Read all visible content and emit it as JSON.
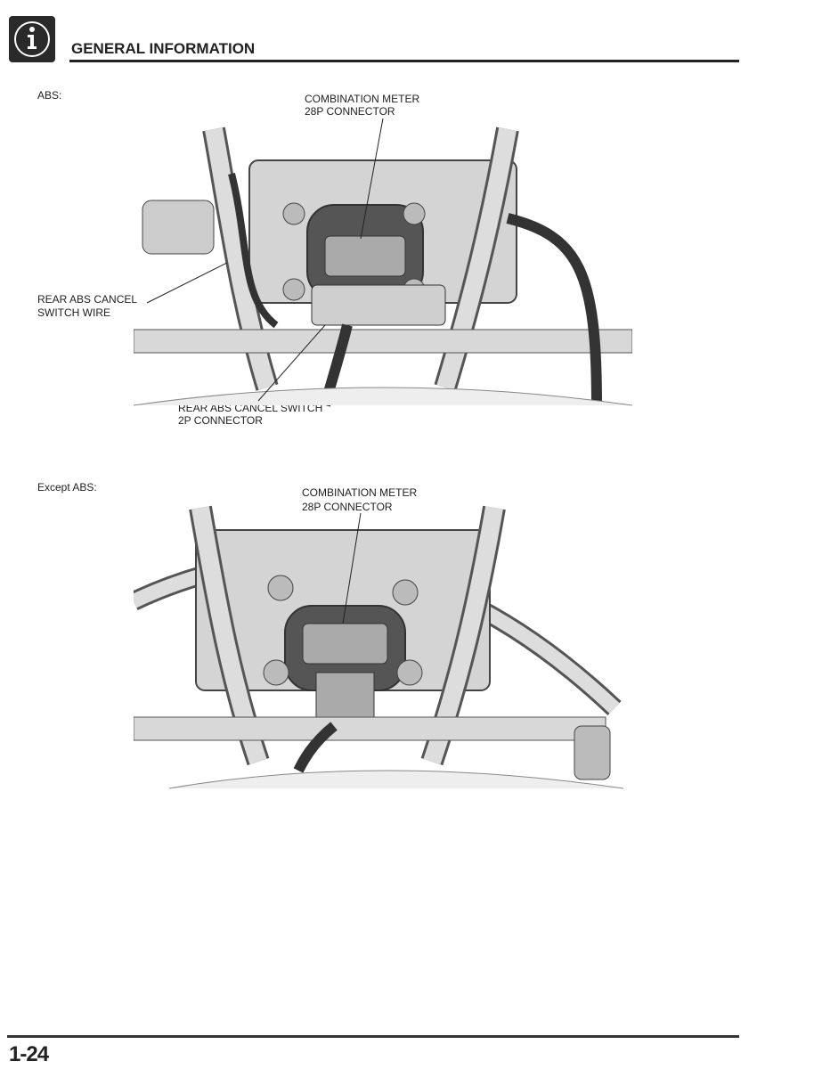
{
  "header": {
    "title": "GENERAL INFORMATION",
    "icon": "info-icon"
  },
  "sections": [
    {
      "label": "ABS:",
      "callouts": {
        "meter_line1": "COMBINATION METER",
        "meter_line2": "28P CONNECTOR",
        "wire_line1": "REAR ABS CANCEL",
        "wire_line2": "SWITCH WIRE",
        "switch_line1": "REAR ABS CANCEL SWITCH",
        "switch_line2": "2P CONNECTOR"
      }
    },
    {
      "label": "Except ABS:",
      "callouts": {
        "meter_line1": "COMBINATION METER",
        "meter_line2": "28P CONNECTOR"
      }
    }
  ],
  "footer": {
    "page_number": "1-24"
  }
}
